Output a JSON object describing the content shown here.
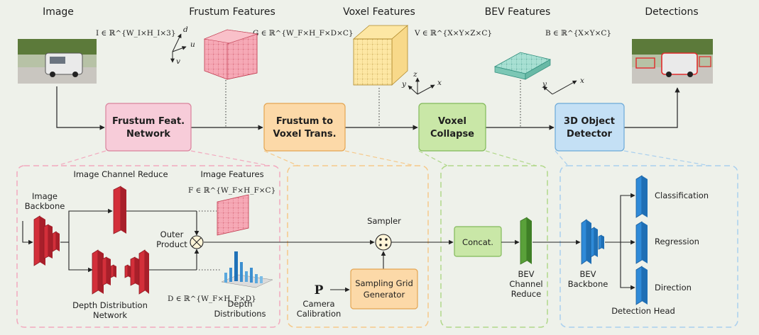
{
  "headers": {
    "image": "Image",
    "frustum": "Frustum Features",
    "voxel": "Voxel Features",
    "bev": "BEV Features",
    "detections": "Detections"
  },
  "math": {
    "image": "I ∈ ℝ^{W_I×H_I×3}",
    "frustum": "G ∈ ℝ^{W_F×H_F×D×C}",
    "voxel": "V ∈ ℝ^{X×Y×Z×C}",
    "bev": "B ∈ ℝ^{X×Y×C}",
    "features": "F ∈ ℝ^{W_F×H_F×C}",
    "depth": "D ∈ ℝ^{W_F×H_F×D}"
  },
  "axes": {
    "frustum": [
      "d",
      "u",
      "v"
    ],
    "voxel": [
      "z",
      "y",
      "x"
    ],
    "bev": [
      "y",
      "x"
    ]
  },
  "pipeline": {
    "frustum_feat": [
      "Frustum Feat.",
      "Network"
    ],
    "frustum_voxel": [
      "Frustum to",
      "Voxel Trans."
    ],
    "voxel_collapse": [
      "Voxel",
      "Collapse"
    ],
    "detector": [
      "3D Object",
      "Detector"
    ]
  },
  "detail": {
    "image_backbone": [
      "Image",
      "Backbone"
    ],
    "channel_reduce": "Image Channel Reduce",
    "image_features": "Image Features",
    "outer_product": [
      "Outer",
      "Product"
    ],
    "depth_net": [
      "Depth Distribution",
      "Network"
    ],
    "depth_dist": [
      "Depth",
      "Distributions"
    ],
    "sampler": "Sampler",
    "sampling_grid": [
      "Sampling Grid",
      "Generator"
    ],
    "camera_symbol": "P",
    "camera_calib": [
      "Camera",
      "Calibration"
    ],
    "concat": "Concat.",
    "bev_channel_reduce": [
      "BEV",
      "Channel",
      "Reduce"
    ],
    "bev_backbone": [
      "BEV",
      "Backbone"
    ],
    "classification": "Classification",
    "regression": "Regression",
    "direction": "Direction",
    "detection_head": "Detection Head"
  },
  "colors": {
    "pink": "#f7ccd9",
    "orange": "#fcd9a8",
    "green": "#c9e7a7",
    "blue": "#c4e0f5",
    "red_block": "#d32f3a",
    "green_block": "#5aa13a",
    "blue_block": "#2f8ad8"
  }
}
